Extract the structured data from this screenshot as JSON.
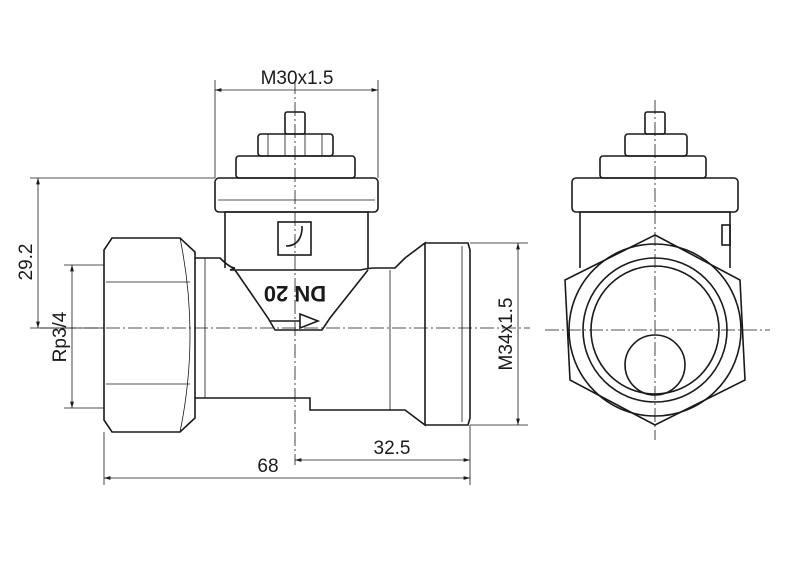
{
  "dimensions": {
    "top_thread": "M30x1.5",
    "height": "29.2",
    "inlet_thread": "Rp3/4",
    "outlet_thread": "M34x1.5",
    "center_to_outlet": "32.5",
    "overall_length": "68"
  },
  "body_marking": "DN 20"
}
